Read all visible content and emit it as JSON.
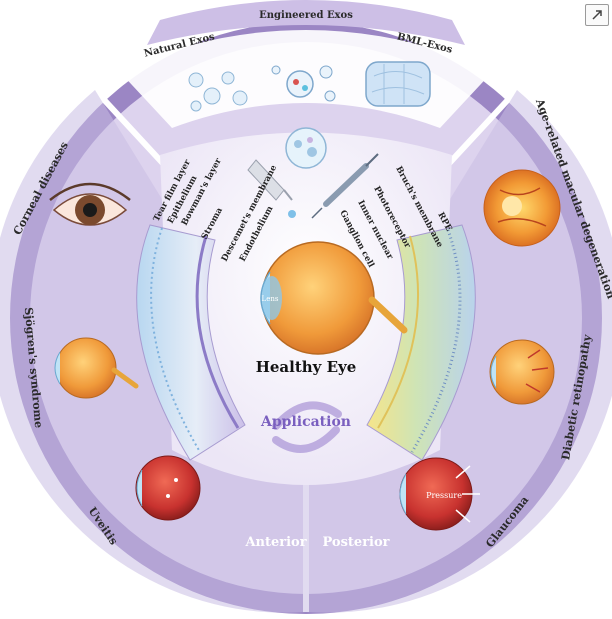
{
  "categories": {
    "top": [
      "Natural Exos",
      "Engineered Exos",
      "BML-Exos"
    ],
    "left": [
      "Corneal diseases",
      "Sjögren's syndrome",
      "Uveitis"
    ],
    "right": [
      "Age-related macular degeneration",
      "Diabetic retinopathy",
      "Glaucoma"
    ]
  },
  "center": {
    "title": "Healthy Eye",
    "lens_label": "Lens",
    "application_label": "Application",
    "pressure_label": "Pressure"
  },
  "sections": {
    "anterior": "Anterior",
    "posterior": "Posterior"
  },
  "anterior_layers": [
    "Tear film layer",
    "Epithelium",
    "Bowman's layer",
    "Stroma",
    "Descemet's membrane",
    "Endothelium"
  ],
  "posterior_layers": [
    "Bruch's membrane",
    "RPE",
    "Photoreceptor",
    "Inner nuclear",
    "Ganglion cell"
  ],
  "icons": {
    "corner": "expand-arrow-icon"
  },
  "colors": {
    "ring_purple": "#9b86c4",
    "light_purple": "#ddd3ee",
    "lavender": "#c9bde3",
    "orange": "#f2a24a",
    "red": "#c8322f"
  }
}
